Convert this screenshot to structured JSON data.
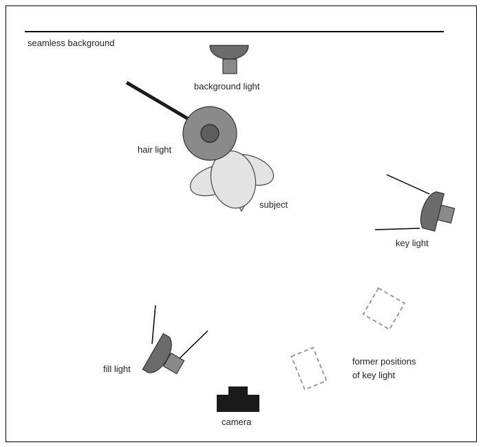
{
  "labels": {
    "background": "seamless background",
    "background_light": "background light",
    "hair_light": "hair light",
    "subject": "subject",
    "key_light": "key light",
    "fill_light": "fill light",
    "camera": "camera",
    "former_line1": "former positions",
    "former_line2": "of key light"
  },
  "colors": {
    "light_dark": "#6b6b6b",
    "light_mid": "#8a8a8a",
    "subject_fill": "#e3e3e3",
    "camera": "#1a1a1a",
    "dashed": "#9a9a9a"
  }
}
